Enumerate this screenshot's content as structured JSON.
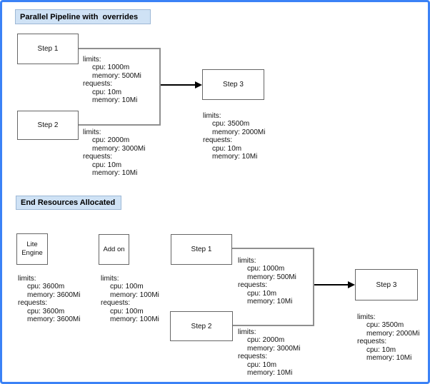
{
  "colors": {
    "canvas_border": "#3b82f6",
    "title_fill": "#cfe2f5",
    "title_border": "#9db8d6",
    "node_border": "#666666",
    "connector_gray": "#8f8f8f",
    "arrow_black": "#000000"
  },
  "top_section": {
    "title": "Parallel Pipeline with  overrides",
    "step1": {
      "label": "Step 1",
      "resources": [
        "limits:",
        "cpu: 1000m",
        "memory: 500Mi",
        "requests:",
        "cpu: 10m",
        "memory: 10Mi"
      ]
    },
    "step2": {
      "label": "Step 2",
      "resources": [
        "limits:",
        "cpu: 2000m",
        "memory: 3000Mi",
        "requests:",
        "cpu: 10m",
        "memory: 10Mi"
      ]
    },
    "step3": {
      "label": "Step 3",
      "resources": [
        "limits:",
        "cpu: 3500m",
        "memory: 2000Mi",
        "requests:",
        "cpu: 10m",
        "memory: 10Mi"
      ]
    }
  },
  "bottom_section": {
    "title": "End Resources Allocated",
    "lite_engine": {
      "label_line1": "Lite",
      "label_line2": "Engine",
      "resources": [
        "limits:",
        "cpu: 3600m",
        "memory: 3600Mi",
        "requests:",
        "cpu: 3600m",
        "memory: 3600Mi"
      ]
    },
    "addon": {
      "label": "Add on",
      "resources": [
        "limits:",
        "cpu: 100m",
        "memory: 100Mi",
        "requests:",
        "cpu: 100m",
        "memory: 100Mi"
      ]
    },
    "step1": {
      "label": "Step 1",
      "resources": [
        "limits:",
        "cpu: 1000m",
        "memory: 500Mi",
        "requests:",
        "cpu: 10m",
        "memory: 10Mi"
      ]
    },
    "step2": {
      "label": "Step 2",
      "resources": [
        "limits:",
        "cpu: 2000m",
        "memory: 3000Mi",
        "requests:",
        "cpu: 10m",
        "memory: 10Mi"
      ]
    },
    "step3": {
      "label": "Step 3",
      "resources": [
        "limits:",
        "cpu: 3500m",
        "memory: 2000Mi",
        "requests:",
        "cpu: 10m",
        "memory: 10Mi"
      ]
    }
  }
}
